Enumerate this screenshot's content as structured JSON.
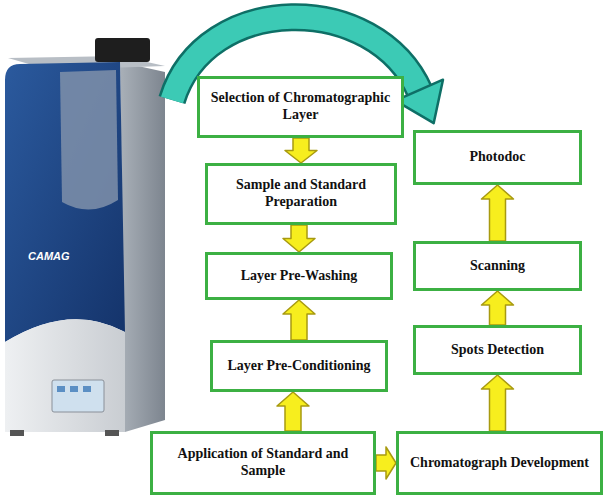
{
  "diagram": {
    "nodes": [
      {
        "text": [
          "Selection of Chromatographic Layer"
        ]
      },
      {
        "text": [
          "Sample and Standard Preparation"
        ]
      },
      {
        "text": [
          "Layer Pre-Washing"
        ]
      },
      {
        "text": [
          "Layer Pre-Conditioning"
        ]
      },
      {
        "text": [
          "Application of Standard and Sample"
        ]
      },
      {
        "text": [
          "Chromatograph Development"
        ]
      },
      {
        "text": [
          "Spots Detection"
        ]
      },
      {
        "text": [
          "Scanning"
        ]
      },
      {
        "text": [
          "Photodoc"
        ]
      }
    ],
    "edges": [
      {
        "from": 0,
        "to": 1,
        "arrow": "to"
      },
      {
        "from": 1,
        "to": 2,
        "arrow": "to"
      },
      {
        "from": 3,
        "to": 2,
        "arrow": "to"
      },
      {
        "from": 4,
        "to": 3,
        "arrow": "to"
      },
      {
        "from": 4,
        "to": 5,
        "arrow": "to"
      },
      {
        "from": 5,
        "to": 6,
        "arrow": "to"
      },
      {
        "from": 6,
        "to": 7,
        "arrow": "to"
      },
      {
        "from": 7,
        "to": 8,
        "arrow": "to"
      }
    ],
    "labels": [
      "CAMAG"
    ]
  }
}
